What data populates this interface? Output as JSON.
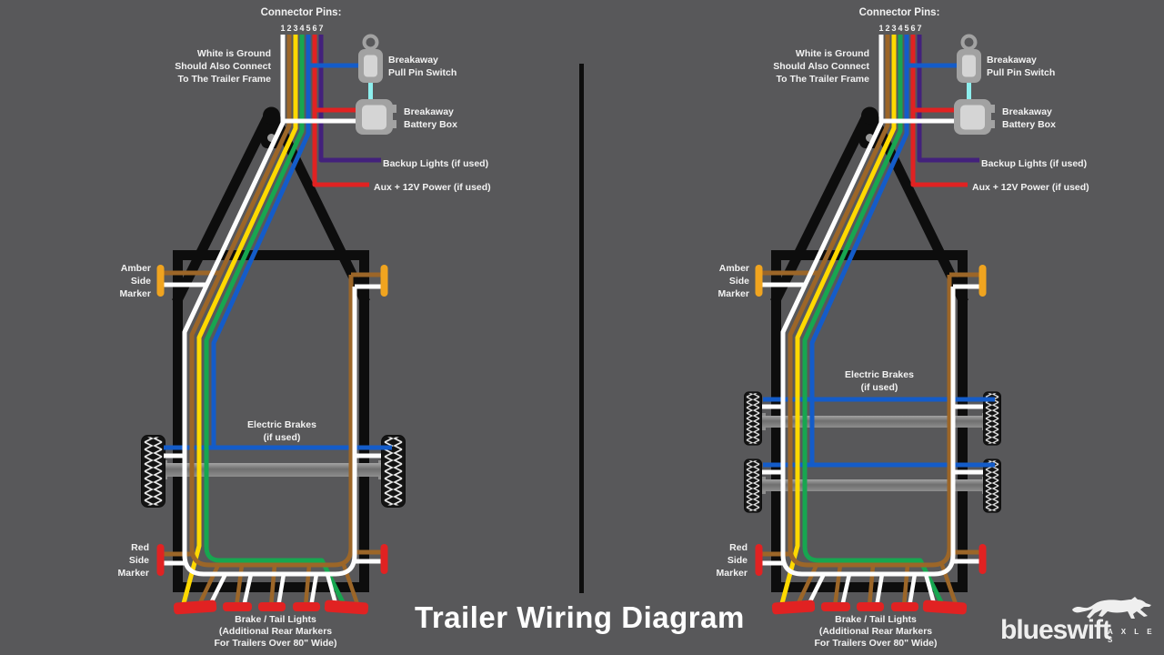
{
  "title": "Trailer Wiring Diagram",
  "connector": {
    "heading": "Connector Pins:",
    "pins": [
      "1",
      "2",
      "3",
      "4",
      "5",
      "6",
      "7"
    ],
    "pin_wire_colors": [
      "white",
      "brown",
      "yellow",
      "green",
      "blue",
      "red",
      "purple"
    ]
  },
  "labels": {
    "ground_note": [
      "White is Ground",
      "Should Also Connect",
      "To The Trailer Frame"
    ],
    "pull_pin_switch": [
      "Breakaway",
      "Pull Pin Switch"
    ],
    "battery_box": [
      "Breakaway",
      "Battery Box"
    ],
    "backup_lights": "Backup Lights (if used)",
    "aux_power": "Aux + 12V Power (if used)",
    "amber_side_marker": [
      "Amber",
      "Side",
      "Marker"
    ],
    "electric_brakes": [
      "Electric Brakes",
      "(if used)"
    ],
    "red_side_marker": [
      "Red",
      "Side",
      "Marker"
    ],
    "tail_lights": [
      "Brake / Tail Lights",
      "(Additional Rear Markers",
      "For Trailers Over 80\" Wide)"
    ]
  },
  "logo": {
    "brand": "blueswift",
    "sub": "A X L E S"
  },
  "colors": {
    "background": "#58585a",
    "frame_black": "#0d0d0d",
    "wire_white": "#fdfdfd",
    "wire_brown": "#9c6628",
    "wire_yellow": "#ffd900",
    "wire_green": "#17a650",
    "wire_blue": "#145cc9",
    "wire_red": "#e12222",
    "wire_purple": "#43217c",
    "breakaway_cable_cyan": "#8defee",
    "amber_marker": "#f0a41f",
    "red_marker": "#e12222",
    "tail_light_red": "#e12222",
    "text": "#f2f2f2"
  }
}
